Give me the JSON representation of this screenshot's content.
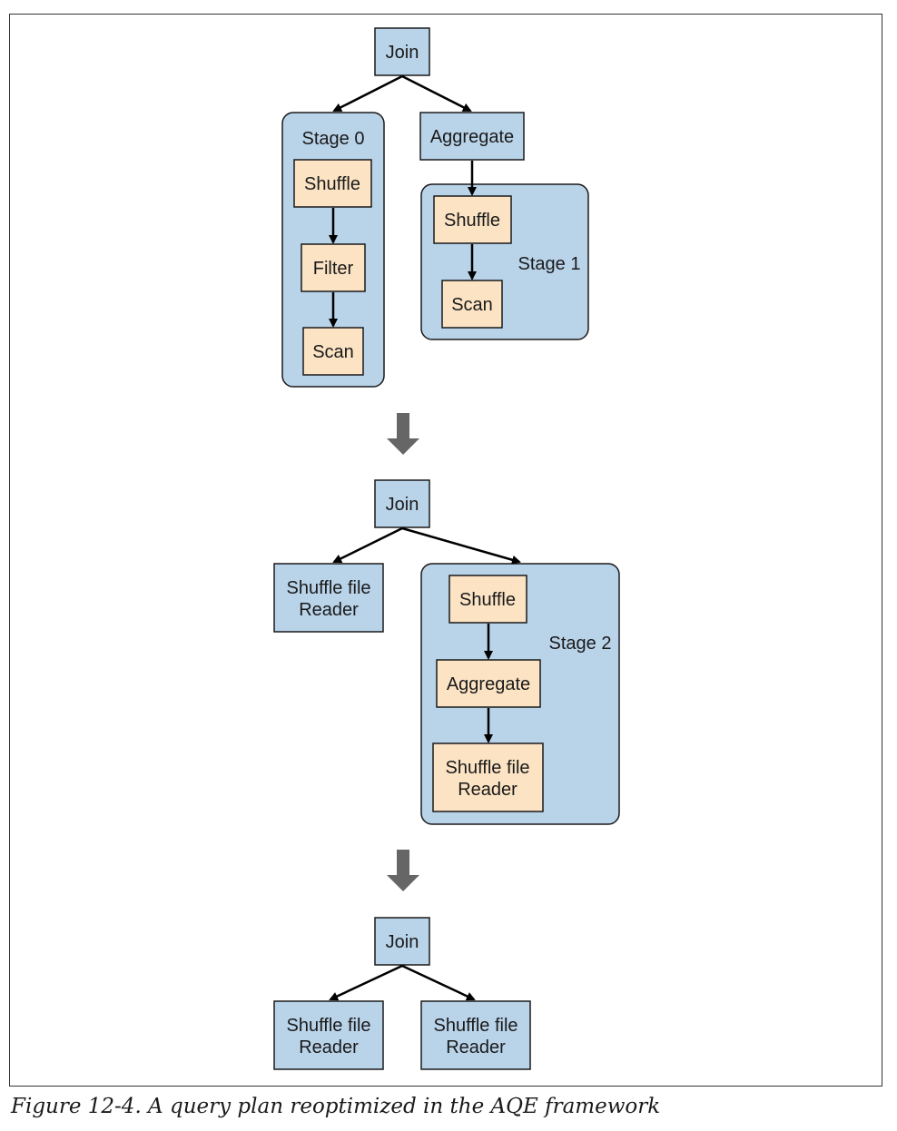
{
  "stage0": {
    "label": "Stage 0",
    "shuffle": "Shuffle",
    "filter": "Filter",
    "scan": "Scan"
  },
  "stage1": {
    "label": "Stage 1",
    "shuffle": "Shuffle",
    "scan": "Scan"
  },
  "stage2": {
    "label": "Stage 2",
    "shuffle": "Shuffle",
    "aggregate": "Aggregate",
    "reader_line1": "Shuffle file",
    "reader_line2": "Reader"
  },
  "top": {
    "join": "Join",
    "aggregate": "Aggregate"
  },
  "middle": {
    "join": "Join",
    "reader_line1": "Shuffle file",
    "reader_line2": "Reader"
  },
  "bottom": {
    "join": "Join",
    "left_line1": "Shuffle file",
    "left_line2": "Reader",
    "right_line1": "Shuffle file",
    "right_line2": "Reader"
  },
  "caption": "Figure 12-4. A query plan reoptimized in the AQE framework",
  "colors": {
    "blue_node": "#b9d3e9",
    "orange_node": "#fbe3c4",
    "stage_bg": "#b9d3e9",
    "big_arrow": "#666666"
  }
}
